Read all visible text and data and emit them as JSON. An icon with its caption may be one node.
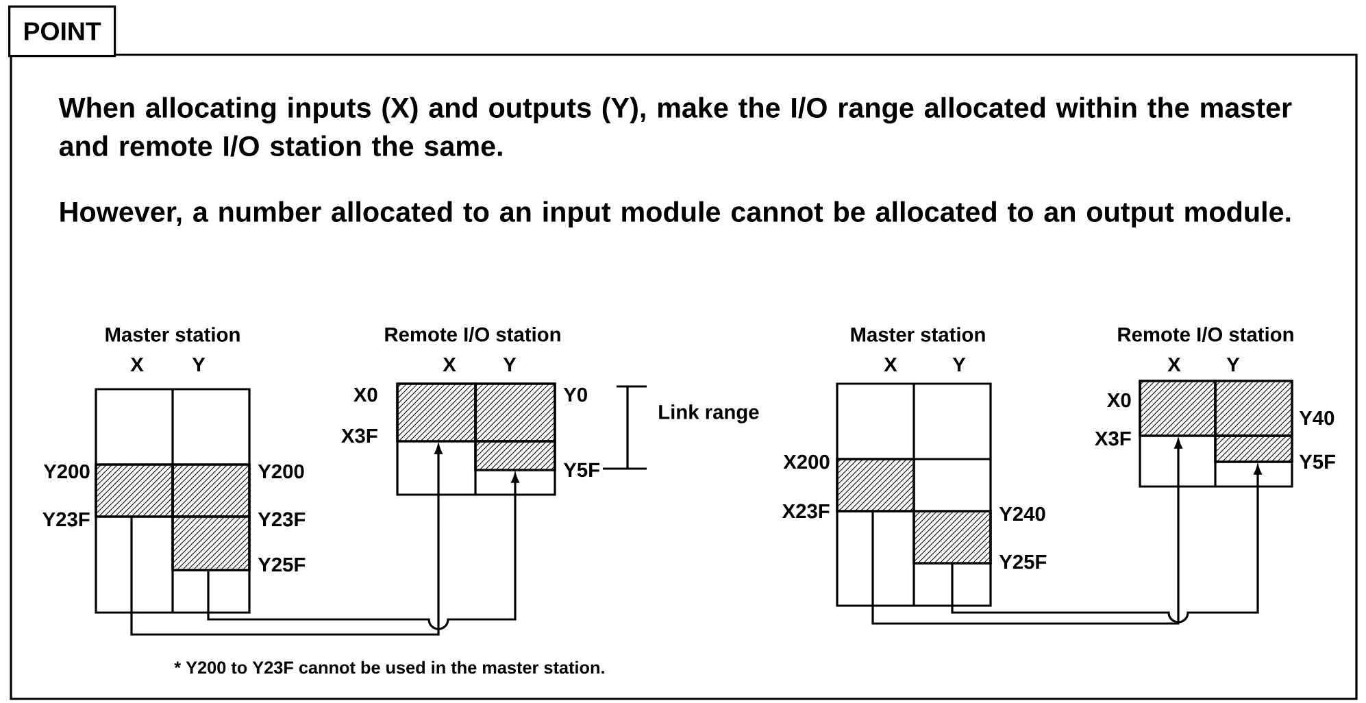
{
  "diagram": {
    "title": "POINT",
    "nodes": [
      {
        "text": [
          "Master station",
          "X",
          "Y"
        ],
        "beside": [
          "Y200",
          "Y23F",
          "Y200",
          "Y23F",
          "Y25F"
        ]
      },
      {
        "text": [
          "Remote I/O station",
          "X",
          "Y"
        ],
        "beside": [
          "X0",
          "X3F",
          "Y0",
          "Y5F"
        ]
      },
      {
        "text": [
          "Master station",
          "X",
          "Y"
        ],
        "beside": [
          "X200",
          "X23F",
          "Y240",
          "Y25F"
        ]
      },
      {
        "text": [
          "Remote I/O station",
          "X",
          "Y"
        ],
        "beside": [
          "X0",
          "X3F",
          "Y40",
          "Y5F"
        ]
      },
      {
        "text": [],
        "shape": "box",
        "in": 0
      },
      {
        "text": [],
        "shape": "box",
        "in": 0
      },
      {
        "text": [],
        "shape": "box",
        "in": 1
      },
      {
        "text": [],
        "shape": "box",
        "in": 1
      },
      {
        "text": [],
        "shape": "box",
        "in": 2
      },
      {
        "text": [],
        "shape": "box",
        "in": 2
      },
      {
        "text": [],
        "shape": "box",
        "in": 3
      },
      {
        "text": [],
        "shape": "box",
        "in": 3
      }
    ],
    "edges": [
      {
        "from": 4,
        "to": 6,
        "arrow": "to"
      },
      {
        "from": 5,
        "to": 7,
        "arrow": "to"
      },
      {
        "from": 8,
        "to": 10,
        "arrow": "to"
      },
      {
        "from": 9,
        "to": 11,
        "arrow": "to"
      }
    ],
    "labels": [
      "When allocating inputs (X) and outputs (Y), make the I/O range allocated within the master and remote I/O station the same.",
      "However, a number allocated to an input module cannot be allocated to an output module.",
      "Link range",
      "* Y200 to Y23F cannot be used in the master station."
    ]
  }
}
